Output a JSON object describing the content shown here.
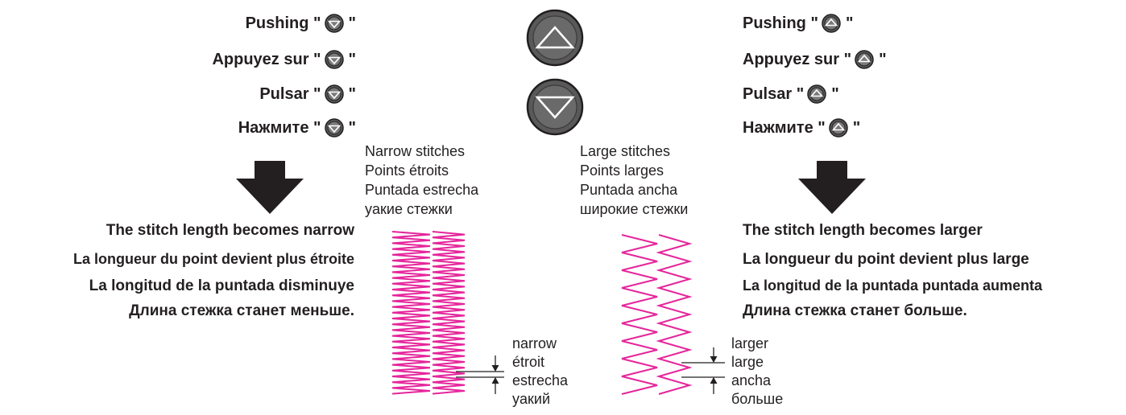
{
  "left_panel": {
    "push_lines": [
      {
        "prefix": "Pushing \"",
        "suffix": "\"",
        "button_icon": "down-arrow-button-icon"
      },
      {
        "prefix": "Appuyez sur \"",
        "suffix": "\"",
        "button_icon": "down-arrow-button-icon"
      },
      {
        "prefix": "Pulsar \"",
        "suffix": "\"",
        "button_icon": "down-arrow-button-icon"
      },
      {
        "prefix": "Нажмите \"",
        "suffix": "\"",
        "button_icon": "down-arrow-button-icon"
      }
    ],
    "result_lines": [
      "The stitch length becomes narrow",
      "La longueur du point devient plus étroite",
      "La longitud de la puntada disminuye",
      "Длина стежка станет меньше."
    ]
  },
  "right_panel": {
    "push_lines": [
      {
        "prefix": "Pushing \"",
        "suffix": "\"",
        "button_icon": "up-arrow-button-icon"
      },
      {
        "prefix": "Appuyez sur \"",
        "suffix": "\"",
        "button_icon": "up-arrow-button-icon"
      },
      {
        "prefix": "Pulsar \"",
        "suffix": "\"",
        "button_icon": "up-arrow-button-icon"
      },
      {
        "prefix": "Нажмите \"",
        "suffix": "\"",
        "button_icon": "up-arrow-button-icon"
      }
    ],
    "result_lines": [
      "The stitch length becomes larger",
      "La longueur du point devient plus large",
      "La longitud de la puntada puntada aumenta",
      "Длина стежка станет больше."
    ]
  },
  "center": {
    "narrow_caption": [
      "Narrow stitches",
      "Points étroits",
      "Puntada estrecha",
      "yакие стежки"
    ],
    "large_caption": [
      "Large stitches",
      "Points larges",
      "Puntada ancha",
      "широкие стежки"
    ],
    "narrow_dim_labels": [
      "narrow",
      "étroit",
      "estrecha",
      "yакий"
    ],
    "large_dim_labels": [
      "larger",
      "large",
      "ancha",
      "больше"
    ],
    "buttons": [
      {
        "icon": "up-arrow-button-icon"
      },
      {
        "icon": "down-arrow-button-icon"
      }
    ]
  },
  "colors": {
    "stitch": "#e5259b",
    "button_fill": "#595959",
    "button_outline": "#231f20",
    "text": "#231f20"
  }
}
